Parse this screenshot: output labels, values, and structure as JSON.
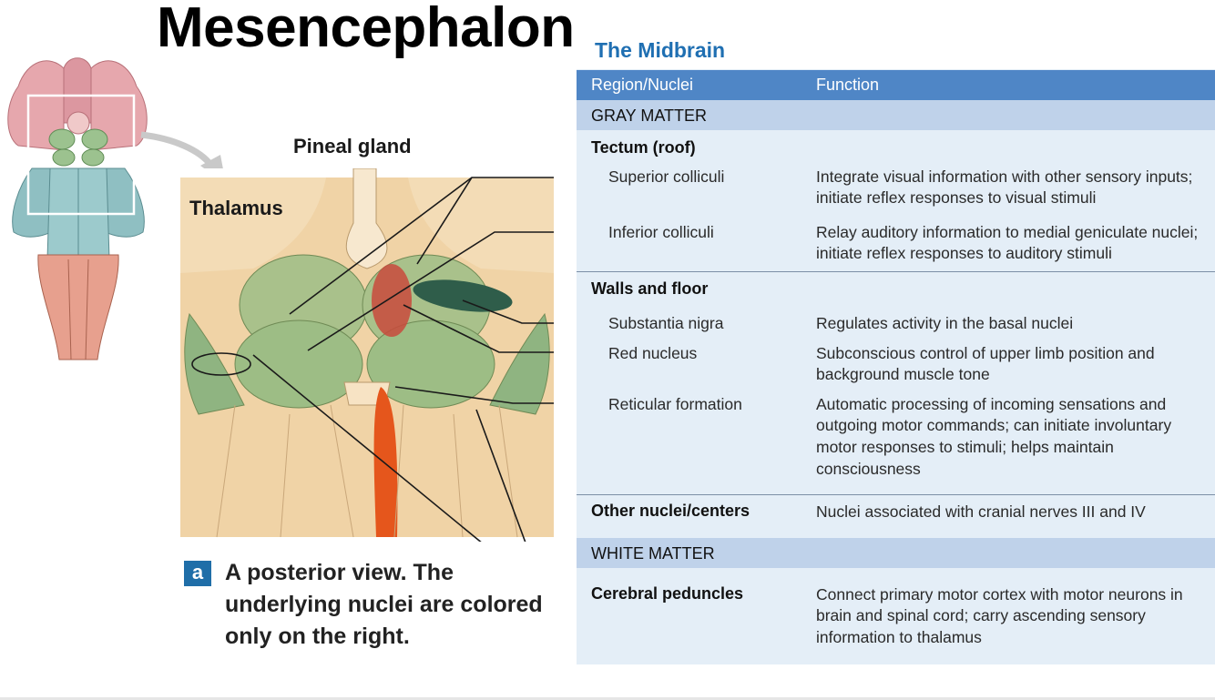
{
  "page_title": "Mesencephalon",
  "figure": {
    "labels": {
      "pineal_gland": "Pineal gland",
      "thalamus": "Thalamus"
    },
    "caption_badge": "a",
    "caption_text": "A posterior view. The underlying nuclei are colored only on the right."
  },
  "table": {
    "title": "The Midbrain",
    "headers": {
      "region": "Region/Nuclei",
      "function": "Function"
    },
    "gray_matter_label": "GRAY MATTER",
    "tectum": {
      "heading": "Tectum (roof)",
      "superior_colliculi": {
        "name": "Superior colliculi",
        "function_line1": "Integrate visual information with other sensory inputs;",
        "function_line2": "initiate reflex responses to visual stimuli"
      },
      "inferior_colliculi": {
        "name": "Inferior colliculi",
        "function_line1": "Relay auditory information to medial geniculate nuclei;",
        "function_line2": "initiate reflex responses to auditory stimuli"
      }
    },
    "walls": {
      "heading": "Walls and floor",
      "substantia_nigra": {
        "name": "Substantia nigra",
        "function_line1": "Regulates activity in the basal nuclei"
      },
      "red_nucleus": {
        "name": "Red nucleus",
        "function_line1": "Subconscious control of upper limb position and",
        "function_line2": "background muscle tone"
      },
      "reticular_formation": {
        "name": "Reticular formation",
        "function_line1": "Automatic processing of incoming sensations and",
        "function_line2": "outgoing motor commands; can initiate involuntary",
        "function_line3": "motor responses to stimuli; helps maintain",
        "function_line4": "consciousness"
      }
    },
    "other": {
      "name": "Other nuclei/centers",
      "function_line1": "Nuclei associated with cranial nerves III and IV"
    },
    "white_matter_label": "WHITE MATTER",
    "peduncles": {
      "name": "Cerebral peduncles",
      "function_line1": "Connect primary motor cortex with motor neurons in",
      "function_line2": "brain and spinal cord; carry ascending sensory",
      "function_line3": "information to thalamus"
    }
  },
  "colors": {
    "header_blue": "#4f86c6",
    "section_blue": "#bfd2ea",
    "panel_blue": "#e4eef7",
    "title_blue": "#1f6fb2",
    "tissue_tan": "#f0d3a6",
    "nuclei_green": "#8fb98a",
    "red_nucleus": "#c0392b",
    "substantia_nigra": "#2f5d4a",
    "reticular_orange": "#e5561c"
  }
}
